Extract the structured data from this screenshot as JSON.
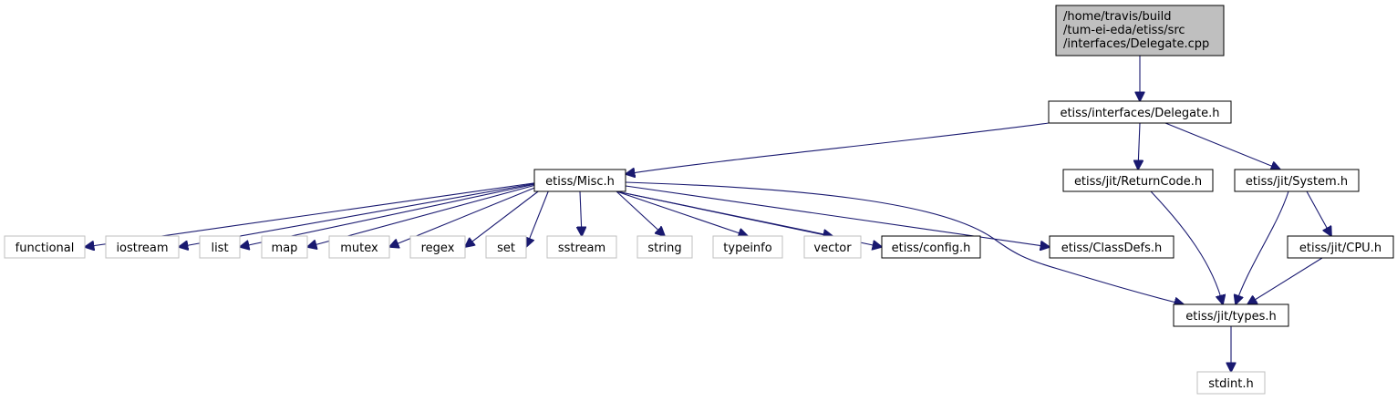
{
  "colors": {
    "edge": "#191970",
    "root_fill": "#bfbfbf",
    "node_stroke": "#000000",
    "external_stroke": "#bfbfbf",
    "text": "#000000"
  },
  "nodes": {
    "root": {
      "lines": [
        "/home/travis/build",
        "/tum-ei-eda/etiss/src",
        "/interfaces/Delegate.cpp"
      ],
      "kind": "root"
    },
    "delegate_h": {
      "lines": [
        "etiss/interfaces/Delegate.h"
      ],
      "kind": "internal"
    },
    "misc_h": {
      "lines": [
        "etiss/Misc.h"
      ],
      "kind": "internal"
    },
    "returncode_h": {
      "lines": [
        "etiss/jit/ReturnCode.h"
      ],
      "kind": "internal"
    },
    "system_h": {
      "lines": [
        "etiss/jit/System.h"
      ],
      "kind": "internal"
    },
    "functional": {
      "lines": [
        "functional"
      ],
      "kind": "external"
    },
    "iostream": {
      "lines": [
        "iostream"
      ],
      "kind": "external"
    },
    "list": {
      "lines": [
        "list"
      ],
      "kind": "external"
    },
    "map": {
      "lines": [
        "map"
      ],
      "kind": "external"
    },
    "mutex": {
      "lines": [
        "mutex"
      ],
      "kind": "external"
    },
    "regex": {
      "lines": [
        "regex"
      ],
      "kind": "external"
    },
    "set": {
      "lines": [
        "set"
      ],
      "kind": "external"
    },
    "sstream": {
      "lines": [
        "sstream"
      ],
      "kind": "external"
    },
    "string": {
      "lines": [
        "string"
      ],
      "kind": "external"
    },
    "typeinfo": {
      "lines": [
        "typeinfo"
      ],
      "kind": "external"
    },
    "vector": {
      "lines": [
        "vector"
      ],
      "kind": "external"
    },
    "config_h": {
      "lines": [
        "etiss/config.h"
      ],
      "kind": "internal"
    },
    "classdefs_h": {
      "lines": [
        "etiss/ClassDefs.h"
      ],
      "kind": "internal"
    },
    "cpu_h": {
      "lines": [
        "etiss/jit/CPU.h"
      ],
      "kind": "internal"
    },
    "types_h": {
      "lines": [
        "etiss/jit/types.h"
      ],
      "kind": "internal"
    },
    "stdint_h": {
      "lines": [
        "stdint.h"
      ],
      "kind": "external"
    }
  },
  "edges": [
    [
      "root",
      "delegate_h"
    ],
    [
      "delegate_h",
      "misc_h"
    ],
    [
      "delegate_h",
      "returncode_h"
    ],
    [
      "delegate_h",
      "system_h"
    ],
    [
      "misc_h",
      "functional"
    ],
    [
      "misc_h",
      "iostream"
    ],
    [
      "misc_h",
      "list"
    ],
    [
      "misc_h",
      "map"
    ],
    [
      "misc_h",
      "mutex"
    ],
    [
      "misc_h",
      "regex"
    ],
    [
      "misc_h",
      "set"
    ],
    [
      "misc_h",
      "sstream"
    ],
    [
      "misc_h",
      "string"
    ],
    [
      "misc_h",
      "typeinfo"
    ],
    [
      "misc_h",
      "vector"
    ],
    [
      "misc_h",
      "config_h"
    ],
    [
      "misc_h",
      "classdefs_h"
    ],
    [
      "misc_h",
      "types_h"
    ],
    [
      "returncode_h",
      "types_h"
    ],
    [
      "system_h",
      "types_h"
    ],
    [
      "system_h",
      "cpu_h"
    ],
    [
      "cpu_h",
      "types_h"
    ],
    [
      "types_h",
      "stdint_h"
    ]
  ]
}
